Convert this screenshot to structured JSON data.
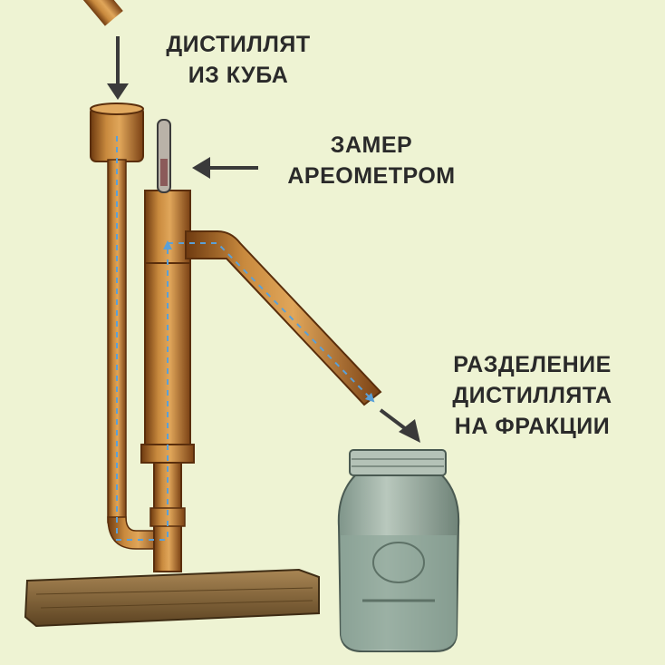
{
  "labels": {
    "source": [
      "ДИСТИЛЛЯТ",
      "ИЗ КУБА"
    ],
    "hydrometer": [
      "ЗАМЕР",
      "АРЕОМЕТРОМ"
    ],
    "fractions": [
      "РАЗДЕЛЕНИЕ",
      "ДИСТИЛЛЯТА",
      "НА ФРАКЦИИ"
    ]
  },
  "colors": {
    "background": "#eef3d3",
    "copper": "#c0772c",
    "copper_dark": "#7a4114",
    "wood": "#8a6a3a",
    "glass": "#9fb2a6",
    "flow": "#5aa0d8",
    "arrow": "#3a3a3a"
  }
}
